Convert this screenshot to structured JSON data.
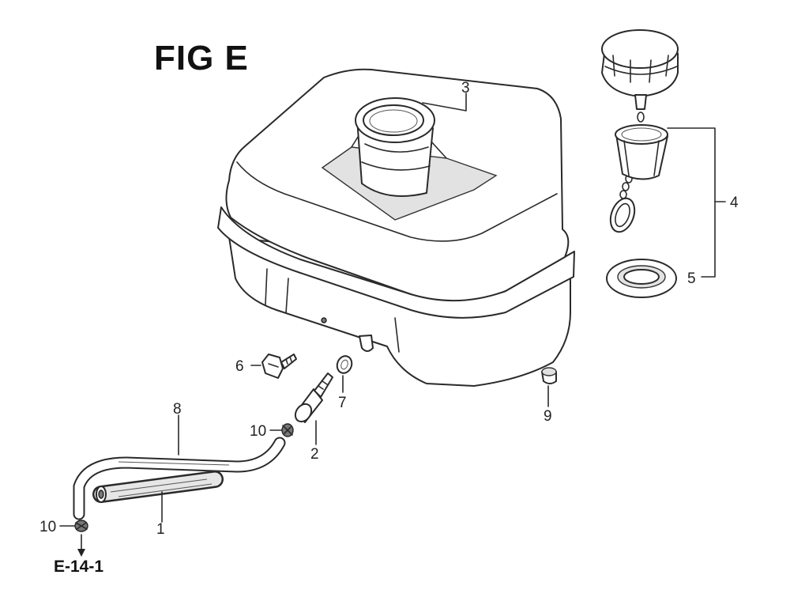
{
  "title": "FIG E",
  "reference": "E-14-1",
  "callouts": [
    {
      "id": "c1",
      "label": "1"
    },
    {
      "id": "c2",
      "label": "2"
    },
    {
      "id": "c3",
      "label": "3"
    },
    {
      "id": "c4",
      "label": "4"
    },
    {
      "id": "c5",
      "label": "5"
    },
    {
      "id": "c6",
      "label": "6"
    },
    {
      "id": "c7",
      "label": "7"
    },
    {
      "id": "c8",
      "label": "8"
    },
    {
      "id": "c9",
      "label": "9"
    },
    {
      "id": "c10a",
      "label": "10"
    },
    {
      "id": "c10b",
      "label": "10"
    }
  ]
}
